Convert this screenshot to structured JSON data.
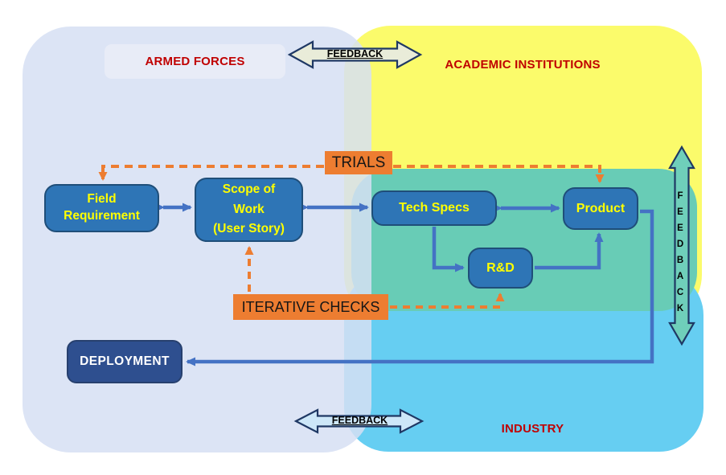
{
  "regions": {
    "armed_forces": {
      "label": "ARMED FORCES",
      "fill": "#dce3f2"
    },
    "academic_institutions": {
      "label": "ACADEMIC INSTITUTIONS",
      "fill": "#fbfb6b"
    },
    "industry": {
      "label": "INDUSTRY",
      "fill": "#66cef2"
    },
    "overlap_zone": {
      "fill": "#68ccb6"
    },
    "label_color": "#c00000"
  },
  "feedback": {
    "top": "FEEDBACK",
    "bottom": "FEEDBACK",
    "right": "FEEDBACK",
    "top_fill": "#e9ecd9",
    "bottom_fill": "#cde7f8",
    "right_fill": "#6fcfba",
    "border": "#1f3864"
  },
  "annotations": {
    "trials": "TRIALS",
    "iterative_checks": "ITERATIVE CHECKS",
    "fill": "#ed7d31"
  },
  "nodes": {
    "field_requirement": {
      "lines": [
        "Field",
        "Requirement"
      ]
    },
    "scope_of_work": {
      "lines": [
        "Scope of",
        "Work",
        "(User Story)"
      ]
    },
    "tech_specs": {
      "label": "Tech Specs"
    },
    "product": {
      "label": "Product"
    },
    "rnd": {
      "label": "R&D"
    },
    "deployment": {
      "label": "DEPLOYMENT"
    },
    "fill": "#2e75b6",
    "border": "#1f4e79",
    "text_color": "#ffff00",
    "deployment_fill": "#2e4f8f",
    "deployment_text": "#ffffff"
  },
  "connectors": {
    "solid_color": "#4472c4",
    "dashed_color": "#ed7d31"
  }
}
